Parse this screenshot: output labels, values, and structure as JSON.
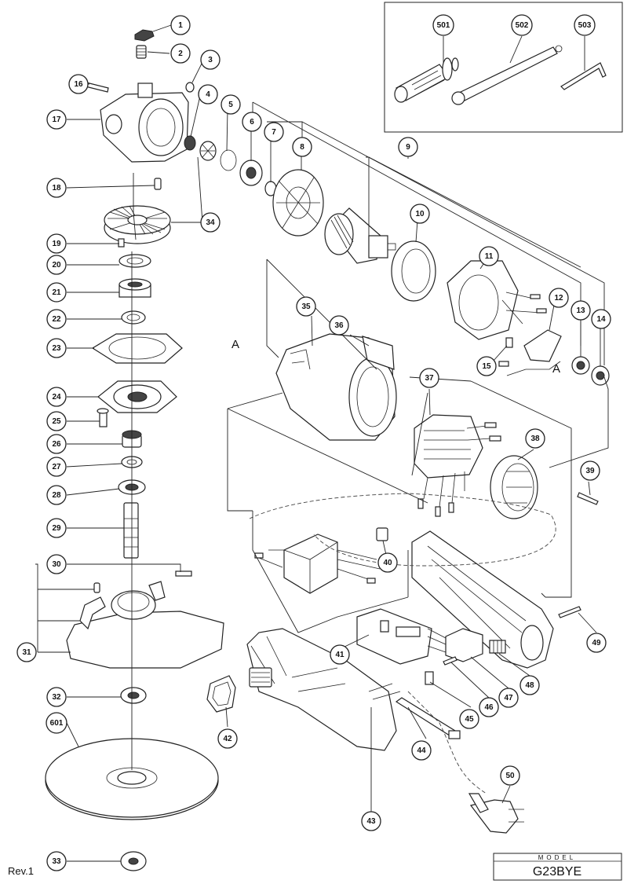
{
  "callouts": [
    "1",
    "2",
    "3",
    "4",
    "5",
    "6",
    "7",
    "8",
    "9",
    "10",
    "11",
    "12",
    "13",
    "14",
    "15",
    "16",
    "17",
    "18",
    "19",
    "20",
    "21",
    "22",
    "23",
    "24",
    "25",
    "26",
    "27",
    "28",
    "29",
    "30",
    "31",
    "32",
    "33",
    "34",
    "35",
    "36",
    "37",
    "38",
    "39",
    "40",
    "41",
    "42",
    "43",
    "44",
    "45",
    "46",
    "47",
    "48",
    "49",
    "50",
    "501",
    "502",
    "503",
    "601"
  ],
  "markers": {
    "a_left": "A",
    "a_right": "A"
  },
  "revision": "Rev.1",
  "model": {
    "header": "MODEL",
    "name": "G23BYE"
  }
}
